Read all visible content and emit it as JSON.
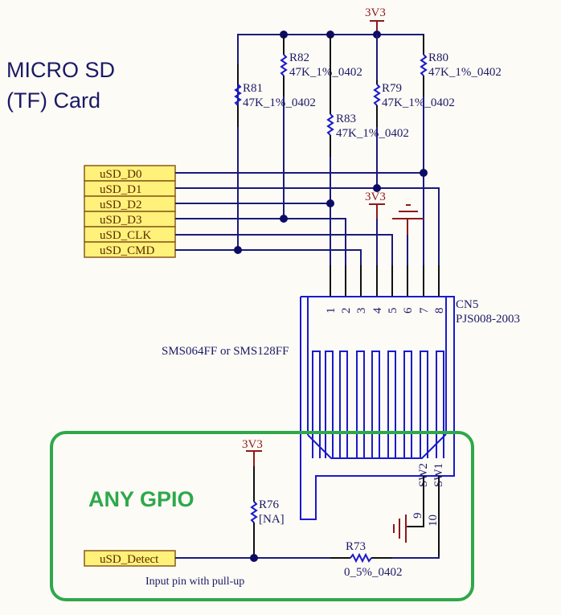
{
  "title_lines": [
    "MICRO SD",
    "(TF) Card"
  ],
  "power_net": "3V3",
  "resistors": [
    {
      "ref": "R81",
      "value": "47K_1%_0402"
    },
    {
      "ref": "R82",
      "value": "47K_1%_0402"
    },
    {
      "ref": "R83",
      "value": "47K_1%_0402"
    },
    {
      "ref": "R79",
      "value": "47K_1%_0402"
    },
    {
      "ref": "R80",
      "value": "47K_1%_0402"
    },
    {
      "ref": "R76",
      "value": "[NA]"
    },
    {
      "ref": "R73",
      "value": "0_5%_0402"
    }
  ],
  "ports": [
    "uSD_D0",
    "uSD_D1",
    "uSD_D2",
    "uSD_D3",
    "uSD_CLK",
    "uSD_CMD"
  ],
  "detect_port": "uSD_Detect",
  "connector": {
    "ref": "CN5",
    "part": "PJS008-2003",
    "card_note": "SMS064FF or SMS128FF",
    "pins": [
      "1",
      "2",
      "3",
      "4",
      "5",
      "6",
      "7",
      "8"
    ],
    "switch_labels": [
      "SW2",
      "SW1"
    ],
    "switch_pins": [
      "9",
      "10"
    ]
  },
  "gpio_label": "ANY GPIO",
  "detect_note": "Input pin with pull-up"
}
